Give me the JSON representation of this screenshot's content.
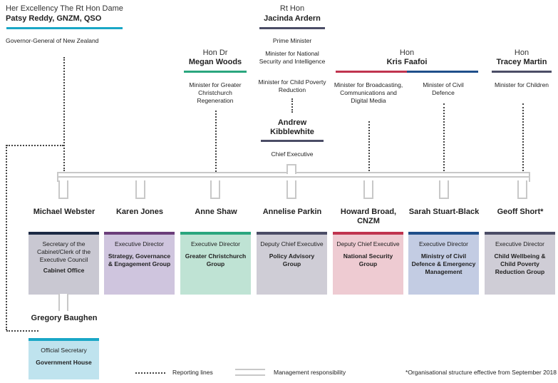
{
  "governor": {
    "line1": "Her Excellency The Rt Hon Dame",
    "line2": "Patsy Reddy, GNZM, QSO",
    "role": "Governor-General of New Zealand",
    "color": "#1aa7c6"
  },
  "pm": {
    "honorific": "Rt Hon",
    "name": "Jacinda Ardern",
    "roles": [
      "Prime Minister",
      "Minister for National Security and Intelligence",
      "Minister for Child Poverty Reduction"
    ],
    "color": "#4b4d66"
  },
  "woods": {
    "honorific": "Hon Dr",
    "name": "Megan Woods",
    "role": "Minister for Greater Christchurch Regeneration",
    "color": "#2aa67e"
  },
  "faafoi": {
    "honorific": "Hon",
    "name": "Kris Faafoi",
    "role1": "Minister for Broadcasting, Communications and Digital Media",
    "role2": "Minister of Civil Defence",
    "color1": "#c0344f",
    "color2": "#1f4f8a"
  },
  "martin": {
    "honorific": "Hon",
    "name": "Tracey Martin",
    "role": "Minister for Children",
    "color": "#4b4d66"
  },
  "ce": {
    "name": "Andrew Kibblewhite",
    "role": "Chief Executive",
    "color": "#4b4d66"
  },
  "groups": [
    {
      "name": "Michael Webster",
      "role": "Secretary of the Cabinet/Clerk of the Executive Council",
      "group": "Cabinet Office",
      "bar": "#1c2a44",
      "fill": "#c9c8d2"
    },
    {
      "name": "Karen Jones",
      "role": "Executive Director",
      "group": "Strategy, Governance & Engagement Group",
      "bar": "#6b3d7a",
      "fill": "#cfc5de"
    },
    {
      "name": "Anne Shaw",
      "role": "Executive Director",
      "group": "Greater Christchurch Group",
      "bar": "#2aa67e",
      "fill": "#bfe3d4"
    },
    {
      "name": "Annelise Parkin",
      "role": "Deputy Chief Executive",
      "group": "Policy Advisory Group",
      "bar": "#4b4d66",
      "fill": "#cfcdd6"
    },
    {
      "name": "Howard Broad, CNZM",
      "role": "Deputy Chief Executive",
      "group": "National Security Group",
      "bar": "#c0344f",
      "fill": "#eecbd2"
    },
    {
      "name": "Sarah Stuart-Black",
      "role": "Executive Director",
      "group": "Ministry of Civil Defence & Emergency Management",
      "bar": "#1f4f8a",
      "fill": "#c3cce3"
    },
    {
      "name": "Geoff Short*",
      "role": "Executive Director",
      "group": "Child Wellbeing & Child Poverty Reduction Group",
      "bar": "#4b4d66",
      "fill": "#cfcdd6"
    }
  ],
  "baughen": {
    "name": "Gregory Baughen",
    "role": "Official Secretary",
    "group": "Government House",
    "bar": "#1aa7c6",
    "fill": "#bfe3ee"
  },
  "legend": {
    "reporting": "Reporting lines",
    "management": "Management responsibility",
    "note": "*Organisational structure effective from September 2018"
  }
}
